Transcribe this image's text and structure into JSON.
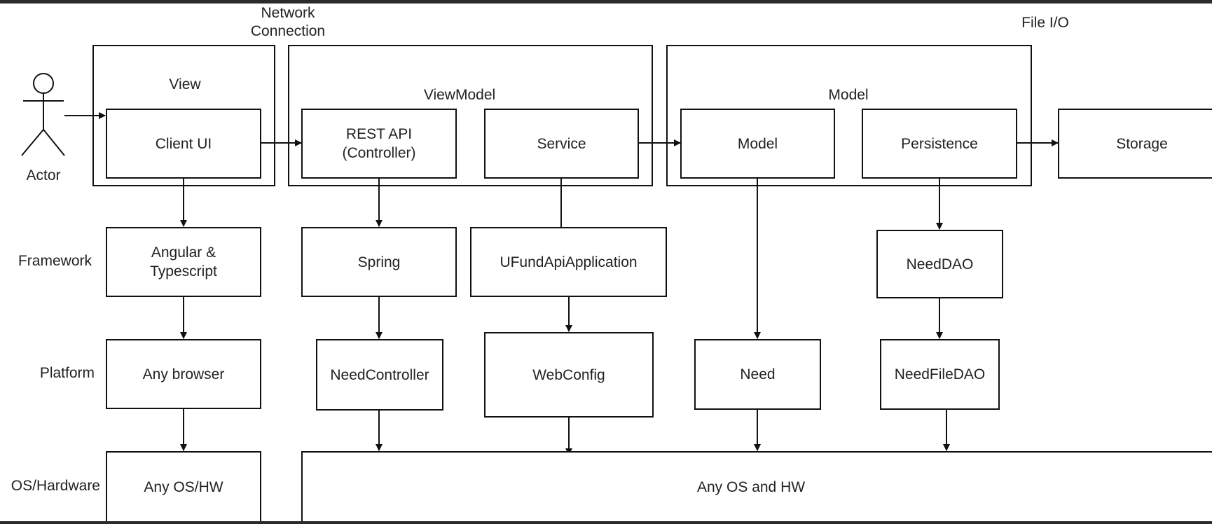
{
  "labels": {
    "network_connection": "Network\nConnection",
    "file_io": "File I/O",
    "actor": "Actor",
    "framework": "Framework",
    "platform": "Platform",
    "os_hardware": "OS/Hardware"
  },
  "groups": {
    "view": "View",
    "viewmodel": "ViewModel",
    "model": "Model"
  },
  "boxes": {
    "client_ui": "Client UI",
    "rest_api": "REST API\n(Controller)",
    "service": "Service",
    "model": "Model",
    "persistence": "Persistence",
    "storage": "Storage",
    "angular": "Angular &\nTypescript",
    "spring": "Spring",
    "ufund_api": "UFundApiApplication",
    "need_dao": "NeedDAO",
    "any_browser": "Any browser",
    "need_controller": "NeedController",
    "web_config": "WebConfig",
    "need": "Need",
    "need_file_dao": "NeedFileDAO",
    "any_os_hw": "Any OS/HW",
    "any_os_and_hw": "Any OS and HW"
  }
}
